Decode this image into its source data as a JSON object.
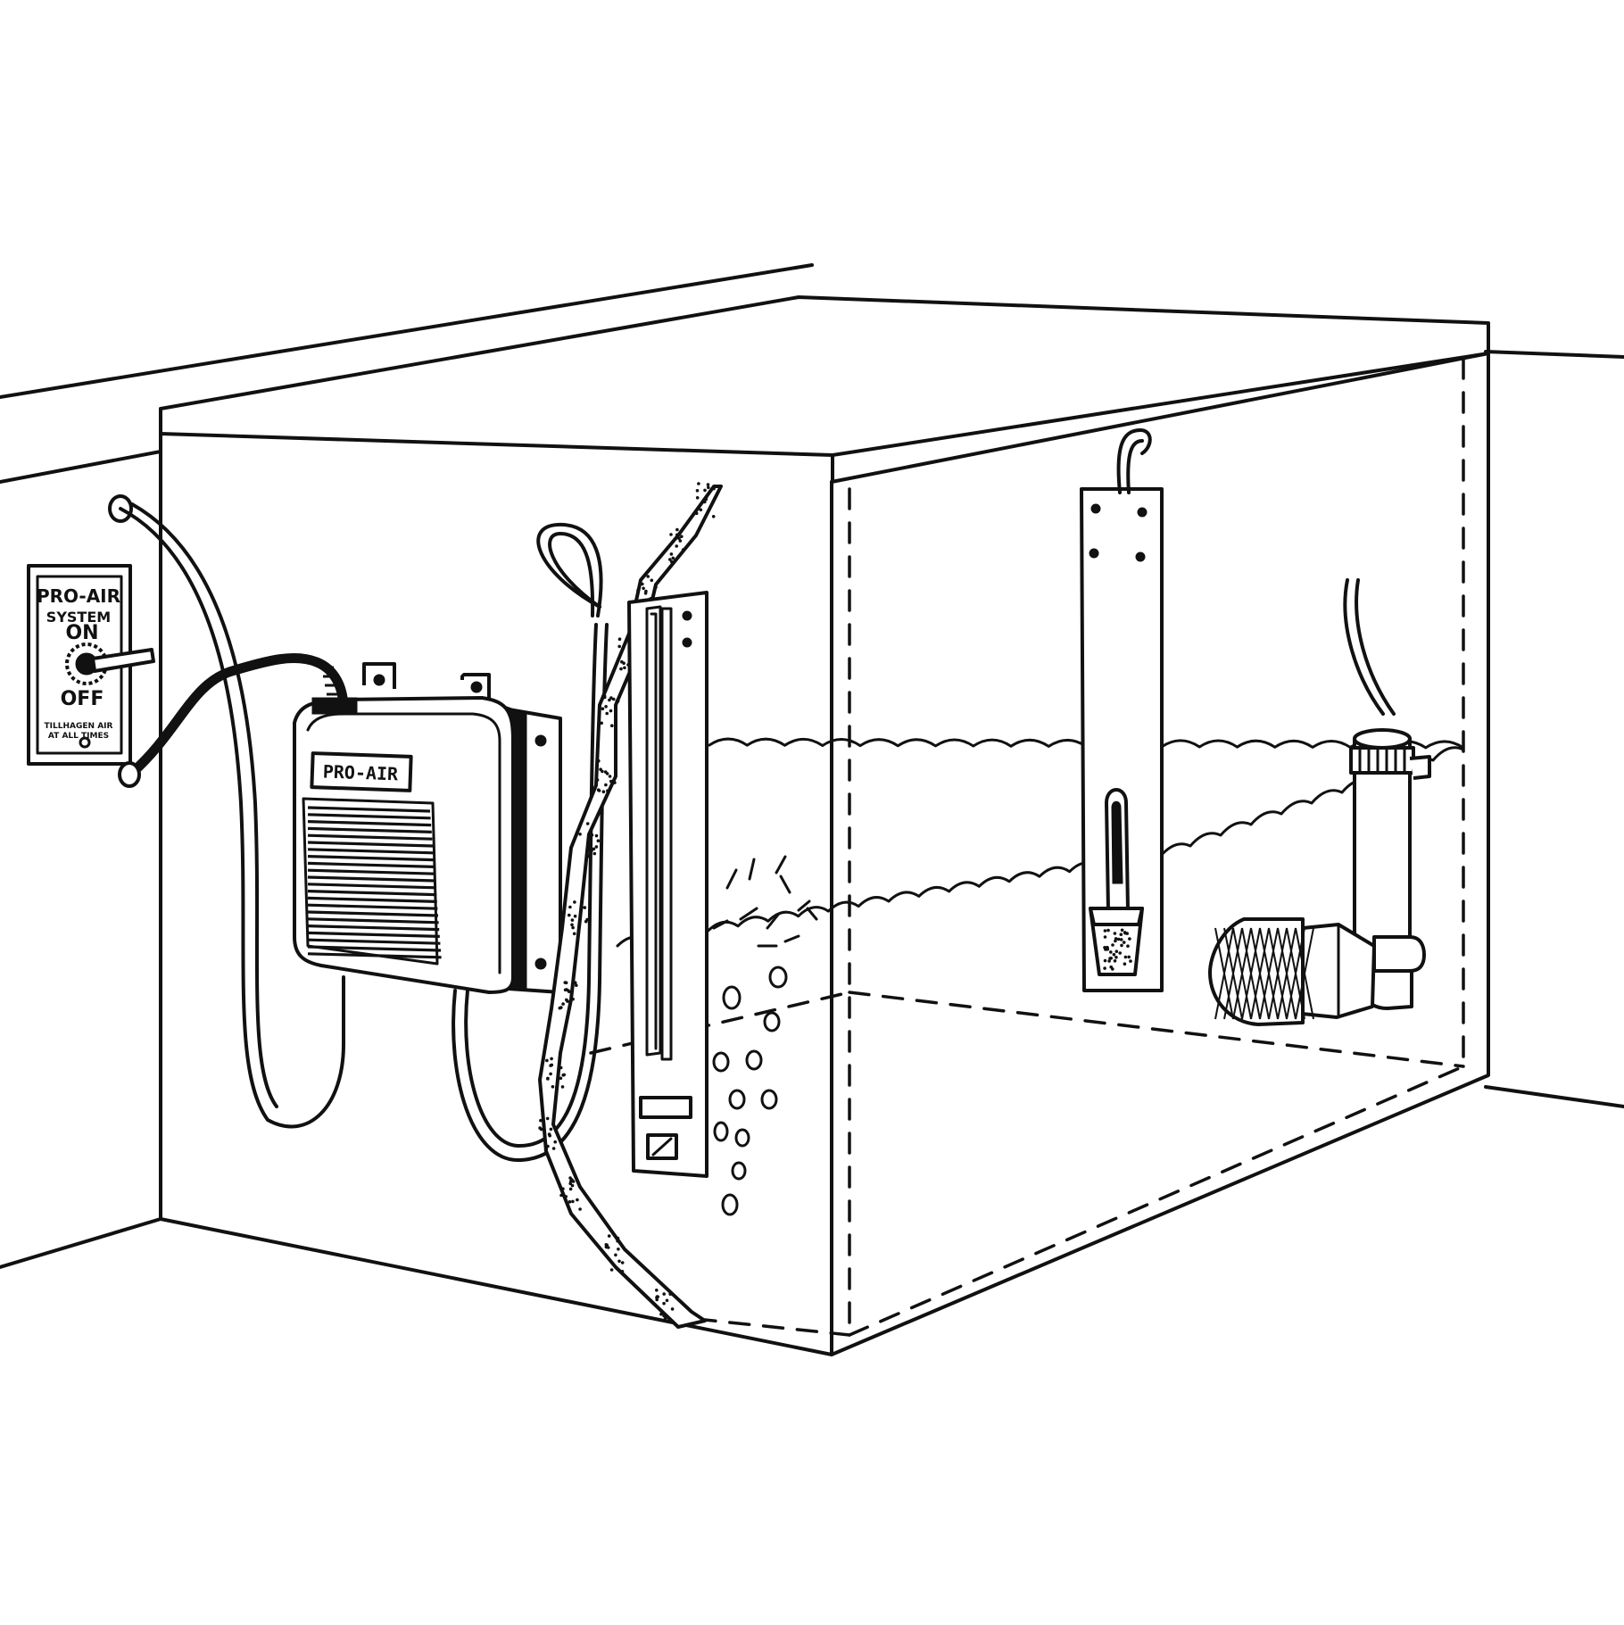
{
  "switch_plate": {
    "line1": "PRO-AIR",
    "line2": "SYSTEM",
    "on_label": "ON",
    "off_label": "OFF",
    "fine_print": "TILLHAGEN AIR\nAT ALL TIMES"
  },
  "pump_label": "PRO-AIR",
  "icons": {
    "air_pump": "air-pump-unit",
    "switch": "toggle-switch",
    "aeration_tube": "air-stone-tube",
    "heater": "immersion-heater",
    "filter": "filter-strainer",
    "bubbles": "air-bubbles",
    "water": "water-surface-wave"
  }
}
